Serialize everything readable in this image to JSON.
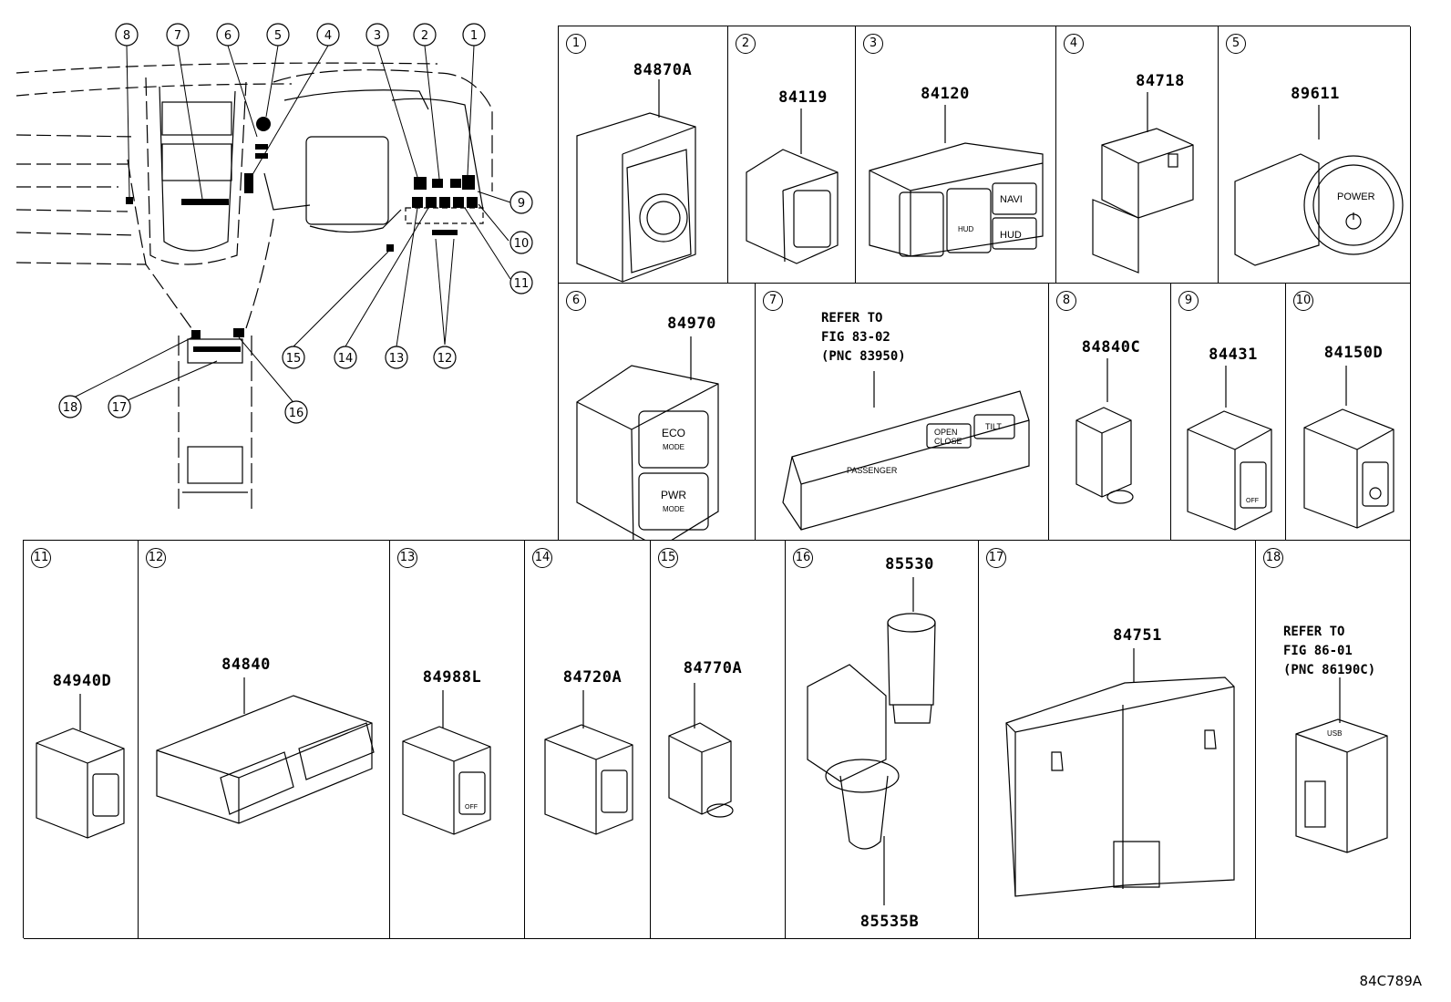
{
  "overview": {
    "callouts": [
      "1",
      "2",
      "3",
      "4",
      "5",
      "6",
      "7",
      "8",
      "9",
      "10",
      "11",
      "12",
      "13",
      "14",
      "15",
      "16",
      "17",
      "18"
    ]
  },
  "parts": [
    {
      "num": "1",
      "part_no": "84870A"
    },
    {
      "num": "2",
      "part_no": "84119"
    },
    {
      "num": "3",
      "part_no": "84120",
      "labels": [
        "NAVI",
        "HUD",
        "HUD"
      ]
    },
    {
      "num": "4",
      "part_no": "84718"
    },
    {
      "num": "5",
      "part_no": "89611",
      "labels": [
        "POWER"
      ]
    },
    {
      "num": "6",
      "part_no": "84970",
      "labels": [
        "ECO",
        "MODE",
        "PWR",
        "MODE"
      ]
    },
    {
      "num": "7",
      "refer": [
        "REFER TO",
        "FIG 83-02",
        "(PNC 83950)"
      ],
      "labels": [
        "PASSENGER",
        "OPEN",
        "CLOSE",
        "TILT"
      ]
    },
    {
      "num": "8",
      "part_no": "84840C"
    },
    {
      "num": "9",
      "part_no": "84431",
      "labels": [
        "OFF"
      ]
    },
    {
      "num": "10",
      "part_no": "84150D"
    },
    {
      "num": "11",
      "part_no": "84940D"
    },
    {
      "num": "12",
      "part_no": "84840"
    },
    {
      "num": "13",
      "part_no": "84988L",
      "labels": [
        "OFF"
      ]
    },
    {
      "num": "14",
      "part_no": "84720A"
    },
    {
      "num": "15",
      "part_no": "84770A"
    },
    {
      "num": "16",
      "part_no": "85530",
      "part_no_2": "85535B"
    },
    {
      "num": "17",
      "part_no": "84751"
    },
    {
      "num": "18",
      "refer": [
        "REFER TO",
        "FIG 86-01",
        "(PNC 86190C)"
      ],
      "labels": [
        "USB"
      ]
    }
  ],
  "figure_code": "84C789A"
}
